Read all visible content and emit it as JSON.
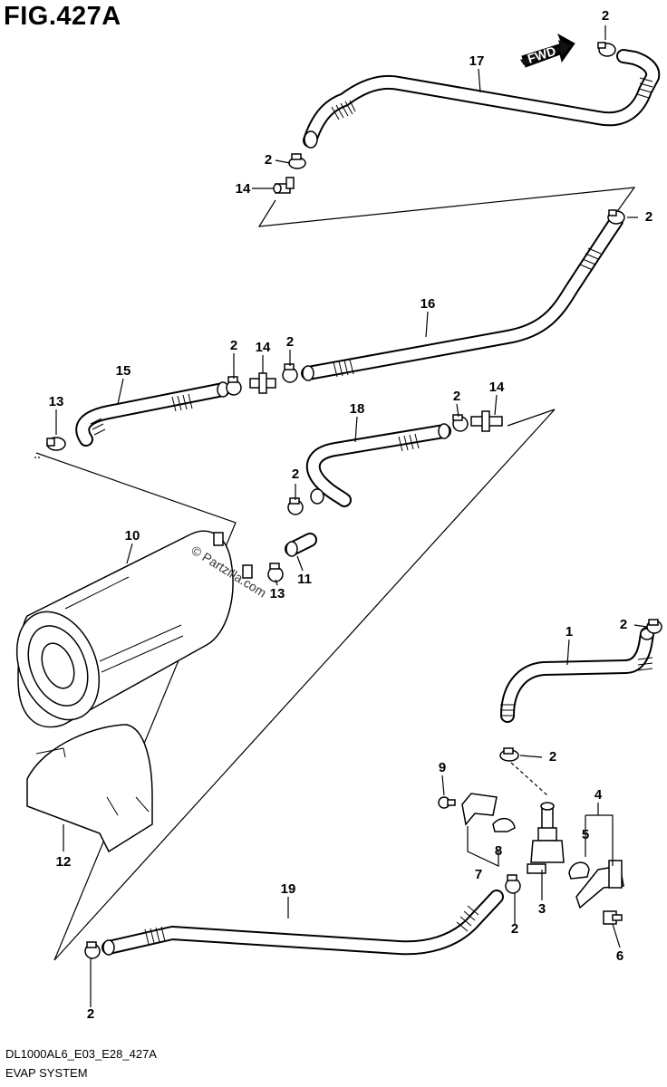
{
  "figure": {
    "title": "FIG.427A",
    "code": "DL1000AL6_E03_E28_427A",
    "name": "EVAP SYSTEM"
  },
  "direction_marker": "FWD",
  "watermark": "© Partzilla.com",
  "callouts": [
    "2",
    "17",
    "2",
    "14",
    "2",
    "16",
    "15",
    "2",
    "14",
    "2",
    "13",
    "18",
    "2",
    "14",
    "2",
    "10",
    "13",
    "11",
    "1",
    "2",
    "2",
    "9",
    "4",
    "5",
    "8",
    "7",
    "3",
    "12",
    "19",
    "2",
    "2",
    "6"
  ]
}
